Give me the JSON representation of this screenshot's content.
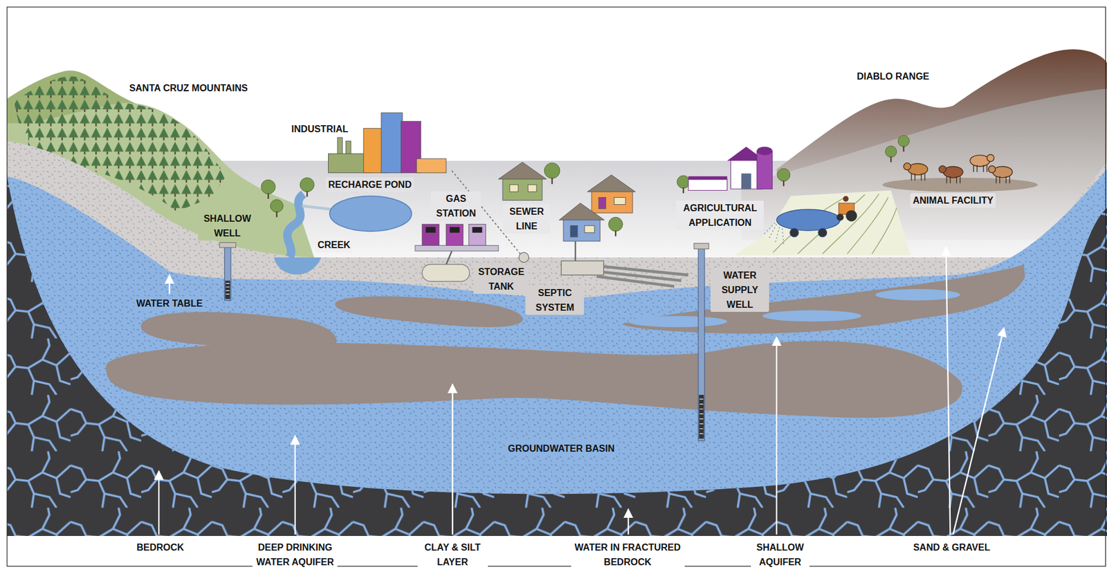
{
  "diagram": {
    "labels": [
      "SANTA CRUZ MOUNTAINS",
      "DIABLO RANGE",
      "INDUSTRIAL",
      "RECHARGE POND",
      "GAS STATION",
      "SEWER LINE",
      "AGRICULTURAL APPLICATION",
      "ANIMAL FACILITY",
      "SHALLOW WELL",
      "CREEK",
      "STORAGE TANK",
      "WATER SUPPLY WELL",
      "SEPTIC SYSTEM",
      "WATER TABLE",
      "GROUNDWATER BASIN",
      "BEDROCK",
      "DEEP DRINKING WATER AQUIFER",
      "CLAY & SILT LAYER",
      "WATER IN FRACTURED BEDROCK",
      "SHALLOW AQUIFER",
      "SAND & GRAVEL"
    ]
  }
}
